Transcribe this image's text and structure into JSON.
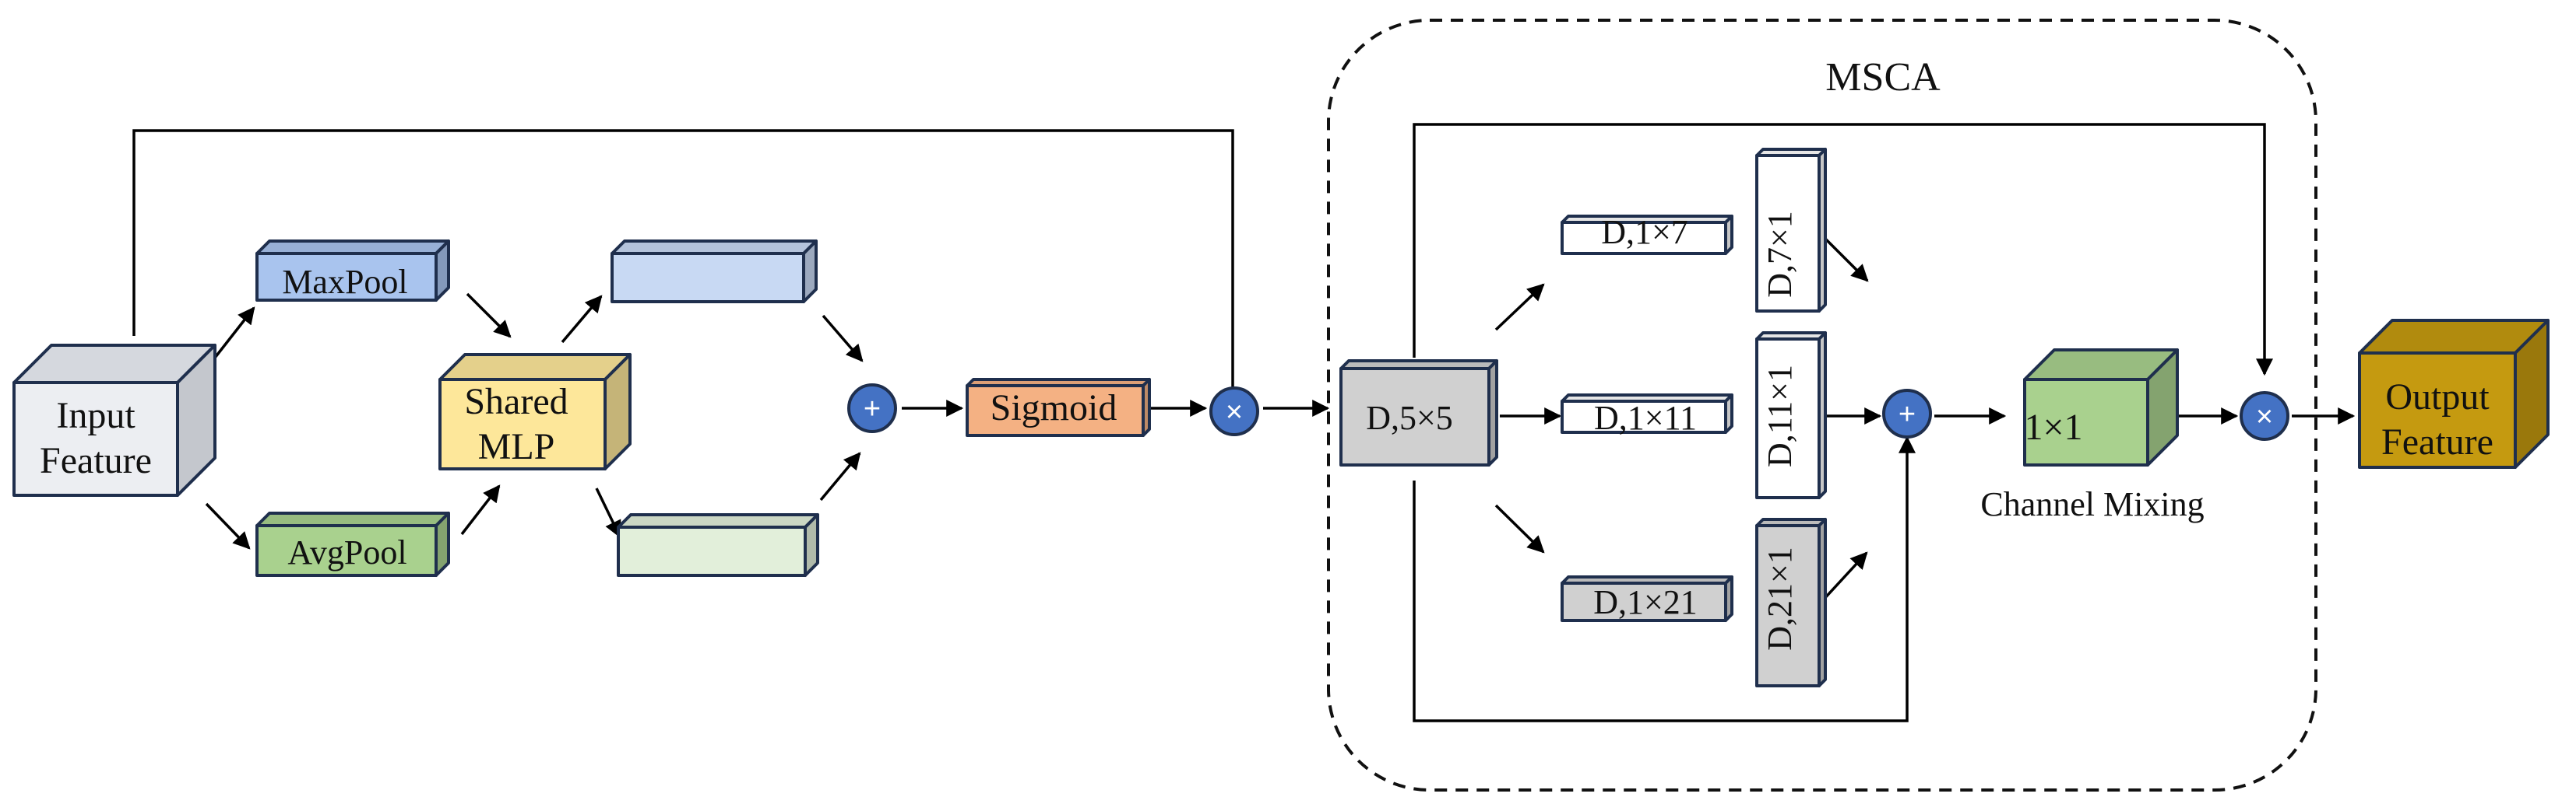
{
  "title": "MSCA",
  "cam": {
    "input": [
      "Input",
      "Feature"
    ],
    "maxpool": "MaxPool",
    "avgpool": "AvgPool",
    "mlp": [
      "Shared",
      "MLP"
    ],
    "sigmoid": "Sigmoid"
  },
  "msca": {
    "dw5": "D,5×5",
    "h1": "D,1×7",
    "v1": "D,7×1",
    "h2": "D,1×11",
    "v2": "D,11×1",
    "h3": "D,1×21",
    "v3": "D,21×1",
    "mix": "1×1",
    "mix_caption": "Channel Mixing"
  },
  "output": [
    "Output",
    "Feature"
  ],
  "operators": {
    "add": "+",
    "mul": "×"
  },
  "colors": {
    "stroke": "#1f2f4d",
    "operator_fill": "#4472c4",
    "input_front": "#eceef2",
    "input_top": "#d5d8de",
    "input_side": "#c4c7cd",
    "maxpool": "#a9c4ee",
    "avgpool": "#a9d18e",
    "mlp": "#fde79a",
    "mlp_out_blue": "#c8d9f3",
    "mlp_out_green": "#e2efda",
    "sigmoid": "#f4b183",
    "dw5": "#d0d0d0",
    "mix": "#a9d18e",
    "output": "#c59a10"
  }
}
